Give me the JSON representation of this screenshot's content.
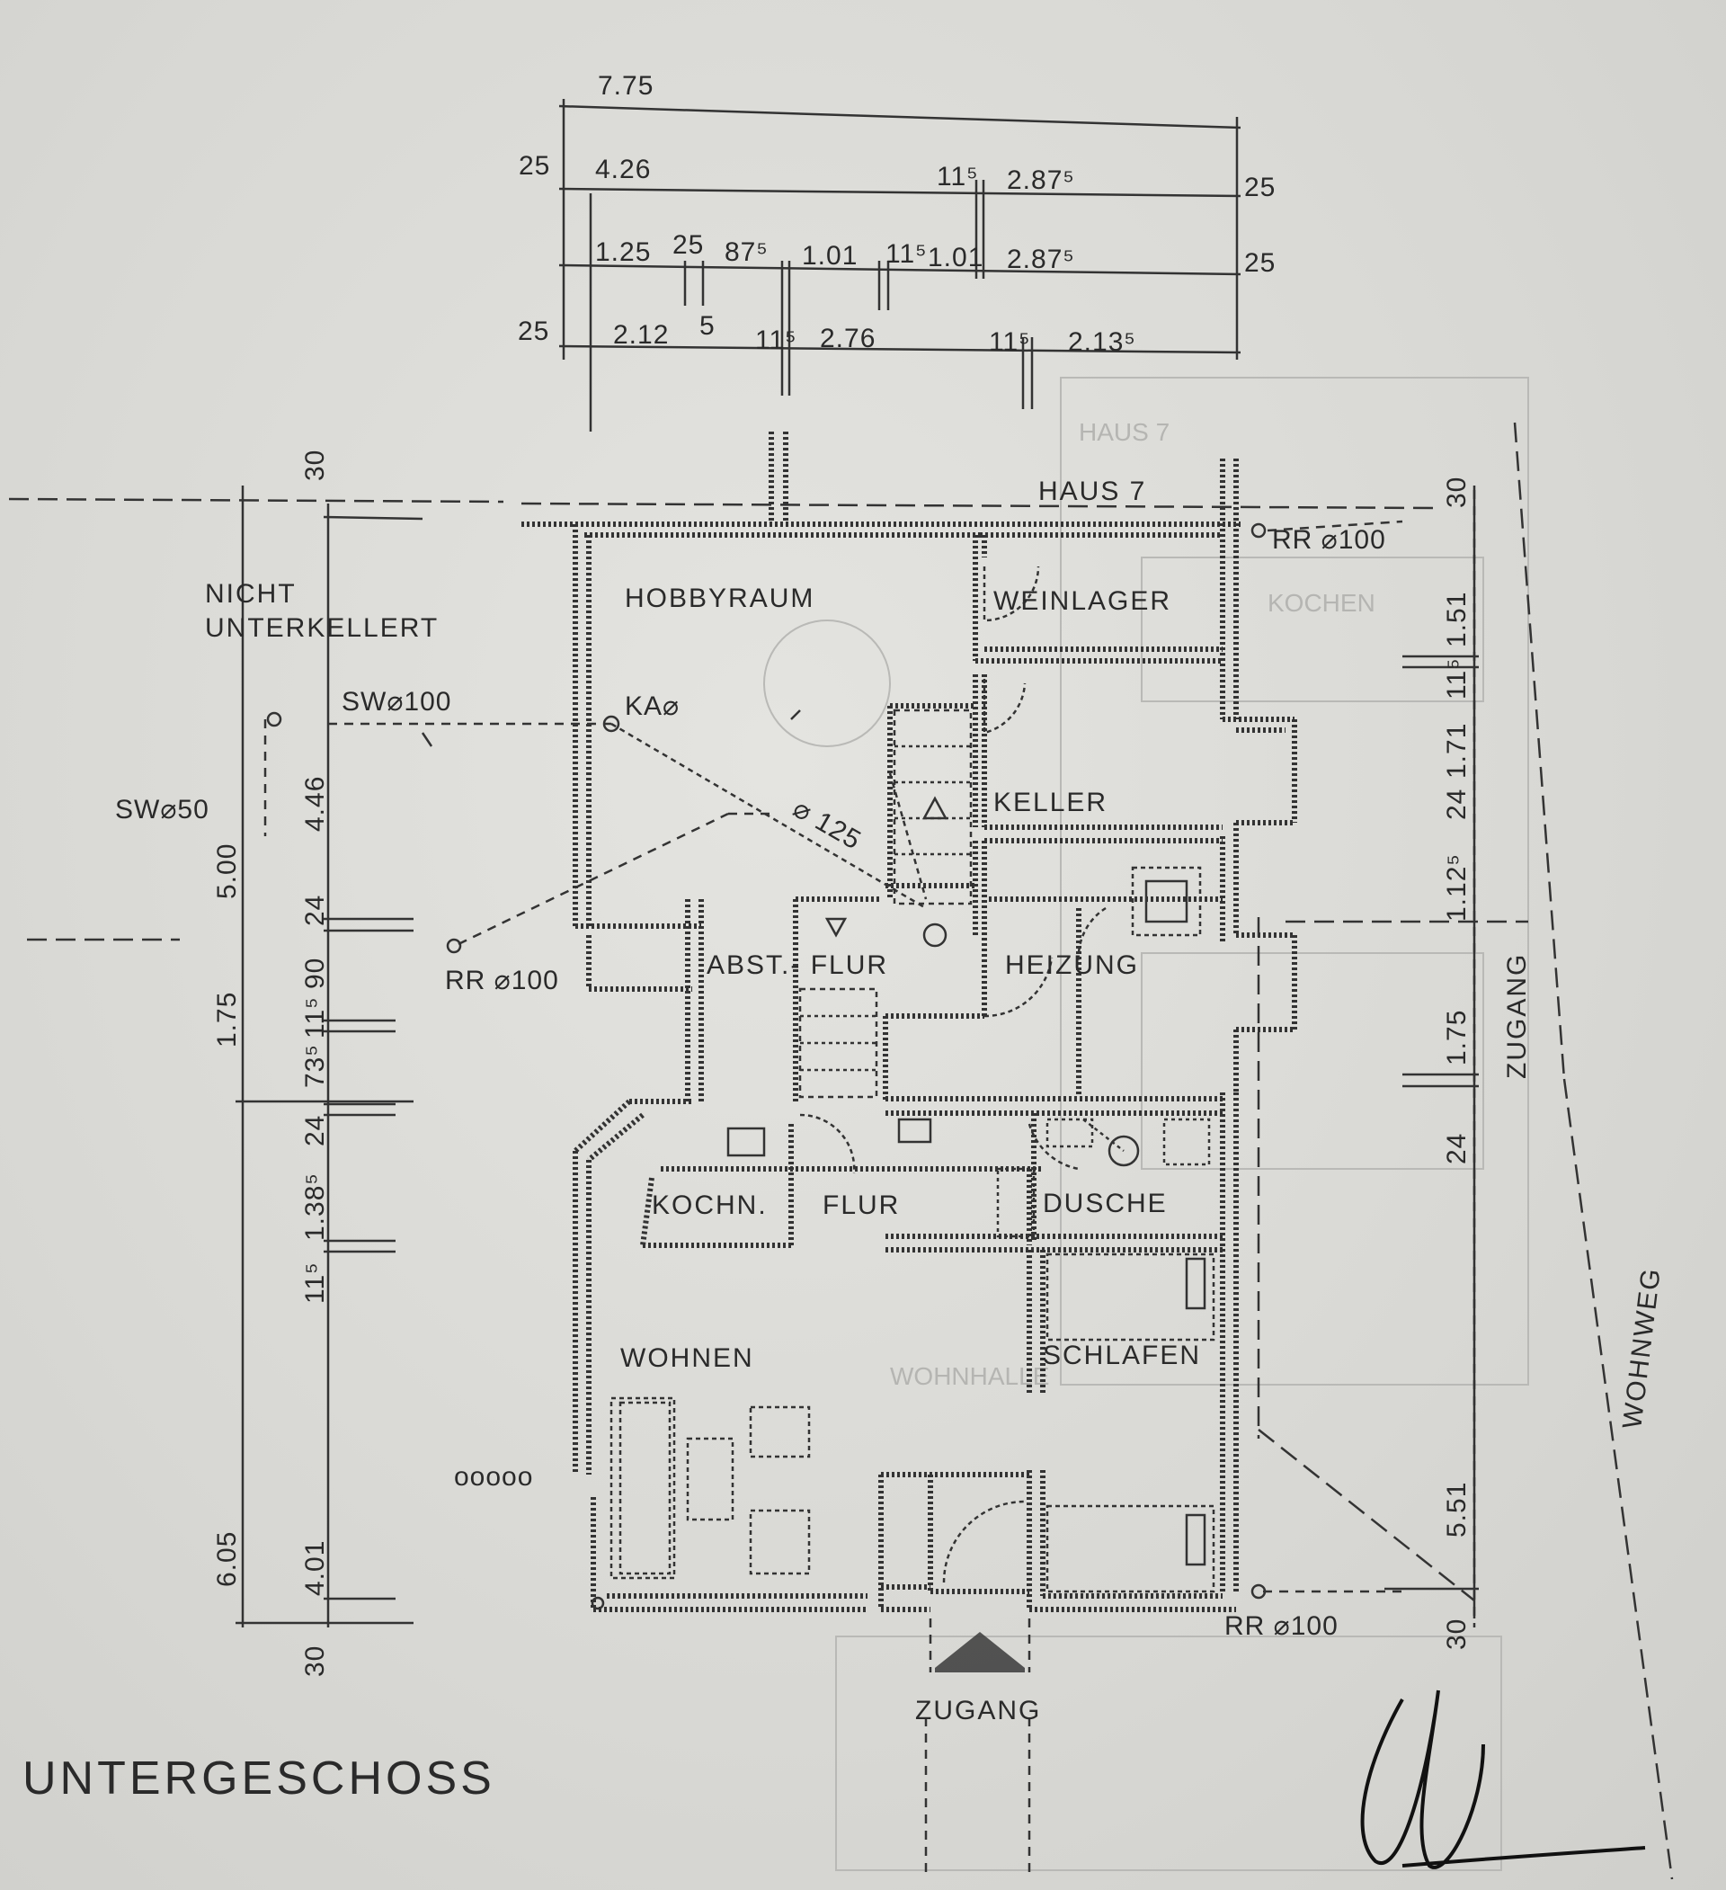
{
  "title": "UNTERGESCHOSS",
  "rooms": {
    "hobbyraum": "HOBBYRAUM",
    "weinlager": "WEINLAGER",
    "keller": "KELLER",
    "heizung": "HEIZUNG",
    "abst_flur": "ABST.- FLUR",
    "kochn": "KOCHN.",
    "flur": "FLUR",
    "dusche": "DUSCHE",
    "schlafen": "SCHLAFEN",
    "wohnen": "WOHNEN"
  },
  "labels": {
    "haus7": "HAUS 7",
    "nicht_unterkellert": [
      "NICHT",
      "UNTERKELLERT"
    ],
    "zugang_bottom": "ZUGANG",
    "zugang_side": "ZUGANG",
    "wohnweg": "WOHNWEG",
    "sw100": "SW⌀100",
    "sw50": "SW⌀50",
    "ka": "KA⌀",
    "pipe125": "⌀ 125",
    "rr_top": "RR ⌀100",
    "rr_left": "RR ⌀100",
    "rr_bottom": "RR ⌀100",
    "radiator": "ooooo"
  },
  "dimensions": {
    "top_overall": "7.75",
    "top_row1": [
      "25",
      "4.26",
      "11⁵",
      "2.87⁵",
      "25"
    ],
    "top_row2": [
      "1.25",
      "25",
      "87⁵",
      "1.01",
      "11⁵",
      "1.01",
      "2.87⁵",
      "25"
    ],
    "top_row2_sub": "5",
    "top_row3": [
      "25",
      "2.12",
      "5",
      "11⁵",
      "2.76",
      "11⁵",
      "2.13⁵"
    ],
    "left_outer": [
      "30",
      "5.00",
      "1.75",
      "6.05",
      "30"
    ],
    "left_inner": [
      "4.46",
      "24",
      "90",
      "11⁵",
      "73⁵",
      "24",
      "1.38⁵",
      "11⁵",
      "4.01"
    ],
    "right": [
      "30",
      "1.51",
      "11⁵",
      "1.71",
      "24",
      "1.12⁵",
      "1.75",
      "24",
      "5.51",
      "30"
    ]
  }
}
